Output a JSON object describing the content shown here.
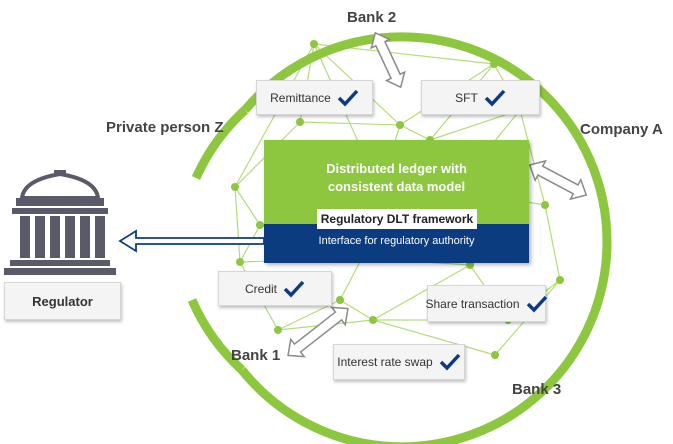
{
  "nodes": {
    "bank2": "Bank 2",
    "company_a": "Company A",
    "private_person_z": "Private person Z",
    "bank1": "Bank 1",
    "bank3": "Bank 3"
  },
  "transactions": {
    "remittance": "Remittance",
    "sft": "SFT",
    "credit": "Credit",
    "share_transaction": "Share transaction",
    "interest_rate_swap": "Interest rate swap"
  },
  "ledger": {
    "title_line1": "Distributed ledger with",
    "title_line2": "consistent data model",
    "framework": "Regulatory DLT framework",
    "interface": "Interface for regulatory authority"
  },
  "regulator": {
    "label": "Regulator"
  },
  "icons": {
    "check": "check-icon",
    "regulator": "bank-building-icon",
    "bidirectional_arrow": "double-arrow-icon"
  },
  "colors": {
    "ring": "#8dc63f",
    "ledger_green": "#8dc63f",
    "ledger_blue": "#0c3c80",
    "check": "#0c3c80",
    "regulator_icon": "#5a5a6a"
  }
}
